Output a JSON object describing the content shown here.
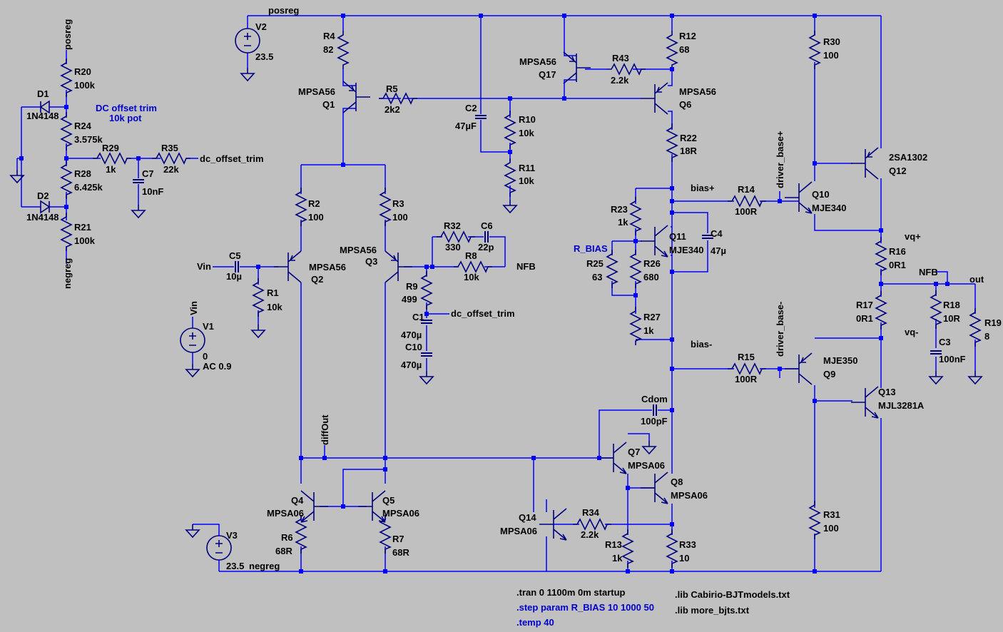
{
  "nets": {
    "posreg": "posreg",
    "negreg": "negreg",
    "vin": "Vin",
    "nfb": "NFB",
    "nfb2": "NFB",
    "out": "out",
    "dc_offset_trim": "dc_offset_trim",
    "dc_offset_trim2": "dc_offset_trim",
    "bias_plus": "bias+",
    "bias_minus": "bias-",
    "vq_plus": "vq+",
    "vq_minus": "vq-",
    "driver_base_plus": "driver_base+",
    "driver_base_minus": "driver_base-",
    "diffout": "diffOut",
    "posreg_rot": "posreg",
    "negreg_rot": "negreg",
    "vin_rot": "Vin",
    "r_bias": "R_BIAS"
  },
  "notes": {
    "pot1": "DC offset trim",
    "pot2": "10k pot"
  },
  "sources": {
    "V2": {
      "name": "V2",
      "value": "23.5"
    },
    "V3": {
      "name": "V3",
      "value": "23.5"
    },
    "V1": {
      "name": "V1",
      "value": "0",
      "ac": "AC 0.9"
    }
  },
  "resistors": {
    "R4": {
      "name": "R4",
      "value": "82"
    },
    "R5": {
      "name": "R5",
      "value": "2k2"
    },
    "R12": {
      "name": "R12",
      "value": "68"
    },
    "R43": {
      "name": "R43",
      "value": "2.2k"
    },
    "R30": {
      "name": "R30",
      "value": "100"
    },
    "R10": {
      "name": "R10",
      "value": "10k"
    },
    "R11": {
      "name": "R11",
      "value": "10k"
    },
    "R22": {
      "name": "R22",
      "value": "18R"
    },
    "R20": {
      "name": "R20",
      "value": "100k"
    },
    "R24": {
      "name": "R24",
      "value": "3.575k"
    },
    "R28": {
      "name": "R28",
      "value": "6.425k"
    },
    "R21": {
      "name": "R21",
      "value": "100k"
    },
    "R29": {
      "name": "R29",
      "value": "1k"
    },
    "R35": {
      "name": "R35",
      "value": "22k"
    },
    "R2": {
      "name": "R2",
      "value": "100"
    },
    "R3": {
      "name": "R3",
      "value": "100"
    },
    "R1": {
      "name": "R1",
      "value": "10k"
    },
    "R32": {
      "name": "R32",
      "value": "330"
    },
    "R8": {
      "name": "R8",
      "value": "10k"
    },
    "R9": {
      "name": "R9",
      "value": "499"
    },
    "R23": {
      "name": "R23",
      "value": "1k"
    },
    "R25": {
      "name": "R25",
      "value": "63"
    },
    "R26": {
      "name": "R26",
      "value": "680"
    },
    "R27": {
      "name": "R27",
      "value": "1k"
    },
    "R14": {
      "name": "R14",
      "value": "100R"
    },
    "R15": {
      "name": "R15",
      "value": "100R"
    },
    "R16": {
      "name": "R16",
      "value": "0R1"
    },
    "R17": {
      "name": "R17",
      "value": "0R1"
    },
    "R18": {
      "name": "R18",
      "value": "10R"
    },
    "R19": {
      "name": "R19",
      "value": "8"
    },
    "R6": {
      "name": "R6",
      "value": "68R"
    },
    "R7": {
      "name": "R7",
      "value": "68R"
    },
    "R34": {
      "name": "R34",
      "value": "2.2k"
    },
    "R13": {
      "name": "R13",
      "value": "1k"
    },
    "R33": {
      "name": "R33",
      "value": "10"
    },
    "R31": {
      "name": "R31",
      "value": "100"
    }
  },
  "capacitors": {
    "C2": {
      "name": "C2",
      "value": "47µF"
    },
    "C7": {
      "name": "C7",
      "value": "10nF"
    },
    "C5": {
      "name": "C5",
      "value": "10µ"
    },
    "C6": {
      "name": "C6",
      "value": "22p"
    },
    "C1": {
      "name": "C1",
      "value": "470µ"
    },
    "C10": {
      "name": "C10",
      "value": "470µ"
    },
    "C4": {
      "name": "C4",
      "value": "47µ"
    },
    "C3": {
      "name": "C3",
      "value": "100nF"
    },
    "Cdom": {
      "name": "Cdom",
      "value": "100pF"
    }
  },
  "diodes": {
    "D1": {
      "name": "D1",
      "model": "1N4148"
    },
    "D2": {
      "name": "D2",
      "model": "1N4148"
    }
  },
  "transistors": {
    "Q1": {
      "name": "Q1",
      "model": "MPSA56"
    },
    "Q17": {
      "name": "Q17",
      "model": "MPSA56"
    },
    "Q6": {
      "name": "Q6",
      "model": "MPSA56"
    },
    "Q2": {
      "name": "Q2",
      "model": "MPSA56"
    },
    "Q3": {
      "name": "Q3",
      "model": "MPSA56"
    },
    "Q11": {
      "name": "Q11",
      "model": "MJE340"
    },
    "Q10": {
      "name": "Q10",
      "model": "MJE340"
    },
    "Q12": {
      "name": "Q12",
      "model": "2SA1302"
    },
    "Q9": {
      "name": "Q9",
      "model": "MJE350"
    },
    "Q13": {
      "name": "Q13",
      "model": "MJL3281A"
    },
    "Q7": {
      "name": "Q7",
      "model": "MPSA06"
    },
    "Q8": {
      "name": "Q8",
      "model": "MPSA06"
    },
    "Q4": {
      "name": "Q4",
      "model": "MPSA06"
    },
    "Q5": {
      "name": "Q5",
      "model": "MPSA06"
    },
    "Q14": {
      "name": "Q14",
      "model": "MPSA06"
    }
  },
  "directives": {
    "tran": ".tran 0 1100m 0m startup",
    "step": ".step param R_BIAS 10 1000 50",
    "temp": ".temp 40",
    "lib1": ".lib Cabirio-BJTmodels.txt",
    "lib2": ".lib more_bjts.txt"
  }
}
